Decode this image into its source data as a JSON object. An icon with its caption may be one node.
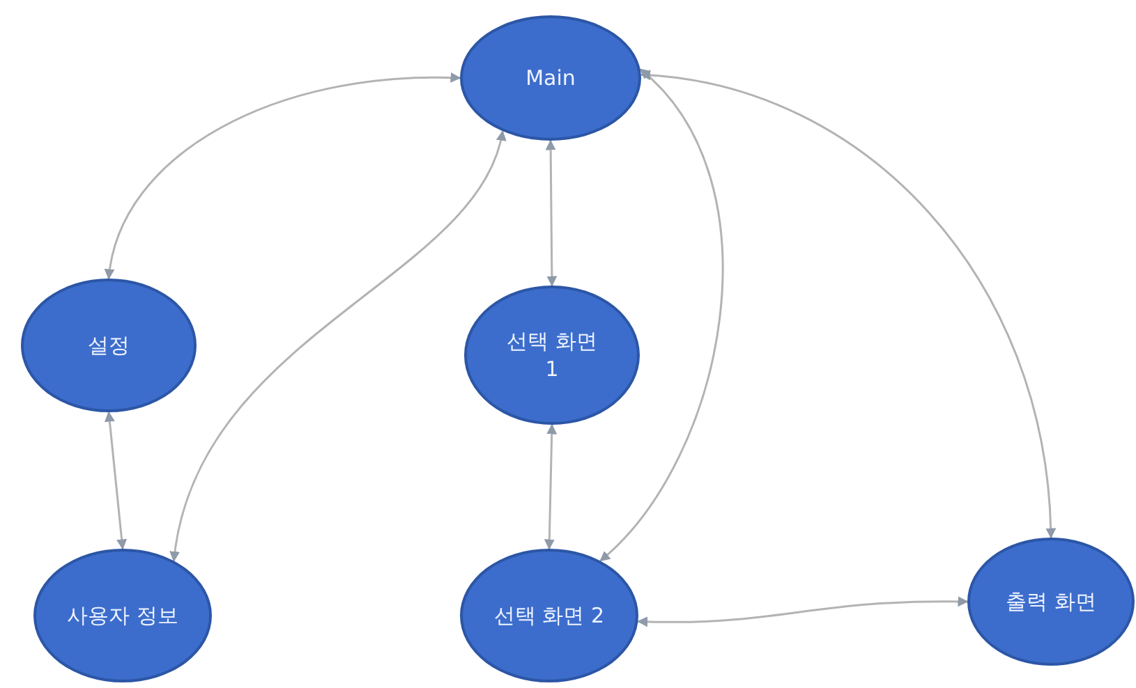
{
  "diagram": {
    "nodes": [
      {
        "text": [
          "Main"
        ]
      },
      {
        "text": [
          "설정"
        ]
      },
      {
        "text": [
          "선택 화면 1"
        ]
      },
      {
        "text": [
          "사용자 정보"
        ]
      },
      {
        "text": [
          "선택 화면 2"
        ]
      },
      {
        "text": [
          "출력 화면"
        ]
      }
    ],
    "edges": [
      {
        "from": 0,
        "to": 1,
        "arrow": "both"
      },
      {
        "from": 0,
        "to": 3,
        "arrow": "both"
      },
      {
        "from": 0,
        "to": 2,
        "arrow": "both"
      },
      {
        "from": 0,
        "to": 4,
        "arrow": "both"
      },
      {
        "from": 0,
        "to": 5,
        "arrow": "both"
      },
      {
        "from": 1,
        "to": 3,
        "arrow": "both"
      },
      {
        "from": 2,
        "to": 4,
        "arrow": "both"
      },
      {
        "from": 4,
        "to": 5,
        "arrow": "both"
      }
    ]
  }
}
